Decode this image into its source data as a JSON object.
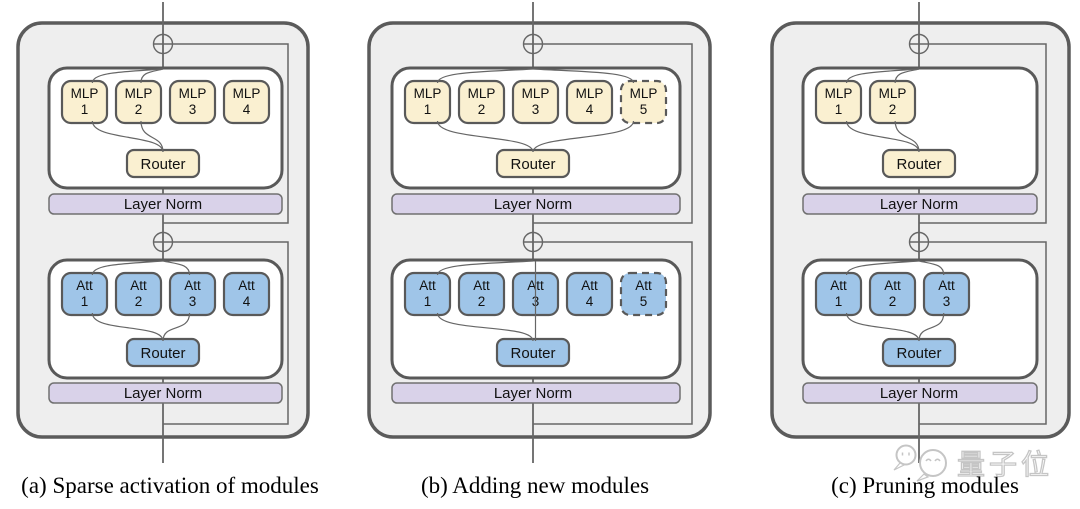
{
  "colors": {
    "panel_fill": "#eeeeee",
    "panel_border": "#5b5b5b",
    "inner_box_fill": "#ffffff",
    "inner_box_border": "#595959",
    "mlp_fill": "#faf0d1",
    "att_fill": "#9fc5e8",
    "layer_norm_fill": "#d9d2e9",
    "layer_norm_border": "#707070",
    "connector_line": "#666666",
    "label_text": "#111111",
    "caption_text": "#000000",
    "watermark": "#c5c5c5"
  },
  "panels": [
    {
      "id": "a",
      "caption": "(a) Sparse activation of modules",
      "blocks": [
        {
          "type": "mlp",
          "modules": [
            {
              "title": "MLP",
              "number": "1",
              "dashed": false
            },
            {
              "title": "MLP",
              "number": "2",
              "dashed": false
            },
            {
              "title": "MLP",
              "number": "3",
              "dashed": false
            },
            {
              "title": "MLP",
              "number": "4",
              "dashed": false
            }
          ],
          "active_modules": [
            1,
            2
          ],
          "router_label": "Router",
          "layer_norm_label": "Layer Norm"
        },
        {
          "type": "att",
          "modules": [
            {
              "title": "Att",
              "number": "1",
              "dashed": false
            },
            {
              "title": "Att",
              "number": "2",
              "dashed": false
            },
            {
              "title": "Att",
              "number": "3",
              "dashed": false
            },
            {
              "title": "Att",
              "number": "4",
              "dashed": false
            }
          ],
          "active_modules": [
            1,
            3
          ],
          "router_label": "Router",
          "layer_norm_label": "Layer Norm"
        }
      ]
    },
    {
      "id": "b",
      "caption": "(b) Adding new modules",
      "blocks": [
        {
          "type": "mlp",
          "modules": [
            {
              "title": "MLP",
              "number": "1",
              "dashed": false
            },
            {
              "title": "MLP",
              "number": "2",
              "dashed": false
            },
            {
              "title": "MLP",
              "number": "3",
              "dashed": false
            },
            {
              "title": "MLP",
              "number": "4",
              "dashed": false
            },
            {
              "title": "MLP",
              "number": "5",
              "dashed": true
            }
          ],
          "active_modules": [
            1,
            5
          ],
          "router_label": "Router",
          "layer_norm_label": "Layer Norm"
        },
        {
          "type": "att",
          "modules": [
            {
              "title": "Att",
              "number": "1",
              "dashed": false
            },
            {
              "title": "Att",
              "number": "2",
              "dashed": false
            },
            {
              "title": "Att",
              "number": "3",
              "dashed": false
            },
            {
              "title": "Att",
              "number": "4",
              "dashed": false
            },
            {
              "title": "Att",
              "number": "5",
              "dashed": true
            }
          ],
          "active_modules": [
            1,
            3
          ],
          "router_label": "Router",
          "layer_norm_label": "Layer Norm"
        }
      ]
    },
    {
      "id": "c",
      "caption": "(c) Pruning modules",
      "blocks": [
        {
          "type": "mlp",
          "modules": [
            {
              "title": "MLP",
              "number": "1",
              "dashed": false
            },
            {
              "title": "MLP",
              "number": "2",
              "dashed": false
            }
          ],
          "active_modules": [
            1,
            2
          ],
          "router_label": "Router",
          "layer_norm_label": "Layer Norm"
        },
        {
          "type": "att",
          "modules": [
            {
              "title": "Att",
              "number": "1",
              "dashed": false
            },
            {
              "title": "Att",
              "number": "2",
              "dashed": false
            },
            {
              "title": "Att",
              "number": "3",
              "dashed": false
            }
          ],
          "active_modules": [
            1,
            3
          ],
          "router_label": "Router",
          "layer_norm_label": "Layer Norm"
        }
      ]
    }
  ],
  "watermark": {
    "icon": "chat-bubbles-icon",
    "text": "量子位"
  }
}
